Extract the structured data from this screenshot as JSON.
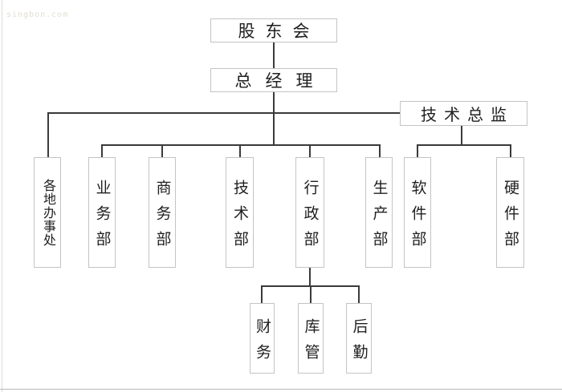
{
  "watermark": {
    "text": "singbon.com"
  },
  "colors": {
    "background": "#ffffff",
    "connector_line": "#3a3a3a",
    "box_border": "#c4c4c4",
    "text": "#1f1f1f",
    "watermark": "#e2dfd0"
  },
  "org_chart": {
    "root": {
      "label": "股东会"
    },
    "general_manager": {
      "label": "总经理"
    },
    "tech_director": {
      "label": "技术总监"
    },
    "departments": [
      {
        "label": "各地办事处"
      },
      {
        "label": "业务部"
      },
      {
        "label": "商务部"
      },
      {
        "label": "技术部"
      },
      {
        "label": "行政部"
      },
      {
        "label": "生产部"
      },
      {
        "label": "软件部"
      },
      {
        "label": "硬件部"
      }
    ],
    "admin_children": [
      {
        "label": "财务"
      },
      {
        "label": "库管"
      },
      {
        "label": "后勤"
      }
    ]
  }
}
